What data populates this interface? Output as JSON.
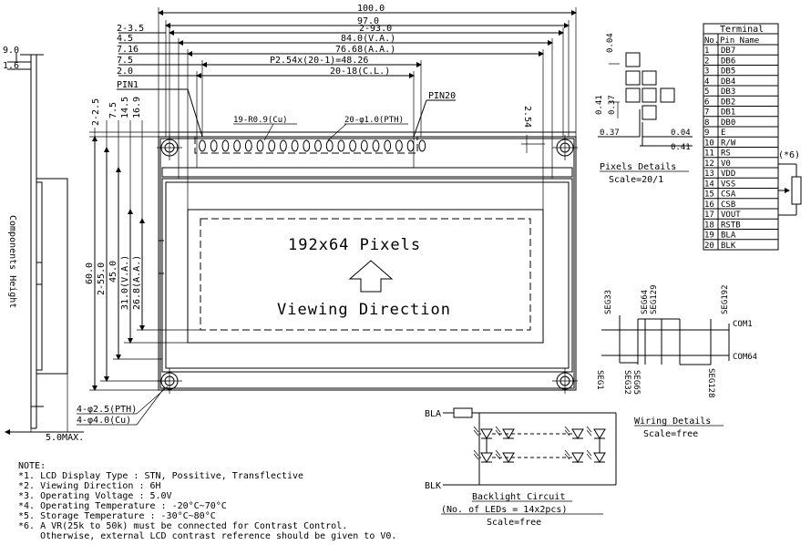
{
  "dimensions": {
    "width_100": "100.0",
    "width_97": "97.0",
    "d_3_5": "2-3.5",
    "d_93": "2-93.0",
    "d_4_5": "4.5",
    "va_84": "84.0(V.A.)",
    "d_7_16": "7.16",
    "aa_76_68": "76.68(A.A.)",
    "d_7_5": "7.5",
    "pitch": "P2.54x(20-1)=48.26",
    "d_2_0": "2.0",
    "cl_20_18": "20-18(C.L.)",
    "pin1": "PIN1",
    "pin20": "PIN20",
    "d_19_r09": "19-R0.9(Cu)",
    "d_20_phi10": "20-φ1.0(PTH)",
    "d_2_54": "2.54",
    "v_2_2_5": "2-2.5",
    "v_7_5": "7.5",
    "v_14_5": "14.5",
    "v_16_9": "16.9",
    "v_60": "60.0",
    "v_55": "2-55.0",
    "v_45": "45.0",
    "v_31": "31.0(V.A.)",
    "v_26_8": "26.8(A.A.)",
    "hole_pth": "4-φ2.5(PTH)",
    "hole_cu": "4-φ4.0(Cu)",
    "side_9": "9.0",
    "side_1_6": "1.6",
    "side_5max": "5.0MAX.",
    "components_height": "Components Height"
  },
  "display": {
    "resolution": "192x64 Pixels",
    "viewing": "Viewing Direction"
  },
  "pixel_details": {
    "d_0_04_top": "0.04",
    "d_0_41": "0.41",
    "d_0_37_v": "0.37",
    "d_0_37_h": "0.37",
    "d_0_04_right": "0.04",
    "d_0_41_h": "0.41",
    "title": "Pixels Details",
    "scale": "Scale=20/1"
  },
  "terminal": {
    "title": "Terminal",
    "col_no": "No.",
    "col_pin": "Pin Name",
    "rows": [
      {
        "no": "1",
        "pin": "DB7"
      },
      {
        "no": "2",
        "pin": "DB6"
      },
      {
        "no": "3",
        "pin": "DB5"
      },
      {
        "no": "4",
        "pin": "DB4"
      },
      {
        "no": "5",
        "pin": "DB3"
      },
      {
        "no": "6",
        "pin": "DB2"
      },
      {
        "no": "7",
        "pin": "DB1"
      },
      {
        "no": "8",
        "pin": "DB0"
      },
      {
        "no": "9",
        "pin": "E"
      },
      {
        "no": "10",
        "pin": "R/W"
      },
      {
        "no": "11",
        "pin": "RS"
      },
      {
        "no": "12",
        "pin": "V0"
      },
      {
        "no": "13",
        "pin": "VDD"
      },
      {
        "no": "14",
        "pin": "VSS"
      },
      {
        "no": "15",
        "pin": "CSA"
      },
      {
        "no": "16",
        "pin": "CSB"
      },
      {
        "no": "17",
        "pin": "VOUT"
      },
      {
        "no": "18",
        "pin": "RSTB"
      },
      {
        "no": "19",
        "pin": "BLA"
      },
      {
        "no": "20",
        "pin": "BLK"
      }
    ],
    "vr_note": "(*6)"
  },
  "wiring": {
    "seg33": "SEG33",
    "seg64": "SEG64",
    "seg129": "SEG129",
    "seg192": "SEG192",
    "com1": "COM1",
    "com64": "COM64",
    "seg1": "SEG1",
    "seg32": "SEG32",
    "seg65": "SEG65",
    "seg128": "SEG128",
    "title": "Wiring Details",
    "scale": "Scale=free"
  },
  "backlight": {
    "bla": "BLA",
    "blk": "BLK",
    "title": "Backlight Circuit",
    "subtitle": "(No. of LEDs = 14x2pcs)",
    "scale": "Scale=free"
  },
  "notes": {
    "title": "NOTE:",
    "lines": [
      "*1. LCD Display Type : STN, Possitive, Transflective",
      "*2. Viewing Direction : 6H",
      "*3. Operating Voltage : 5.0V",
      "*4. Operating Temperature : -20°C~70°C",
      "*5. Storage Temperature : -30°C~80°C",
      "*6. A VR(25k to 50k) must be connected for Contrast Control.",
      "    Otherwise, external LCD contrast reference should be given to V0."
    ]
  }
}
